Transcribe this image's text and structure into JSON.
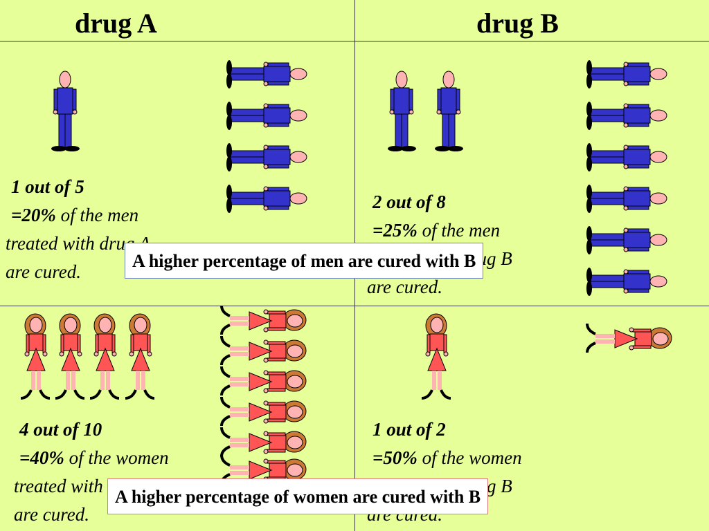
{
  "headers": {
    "drug_a": "drug  A",
    "drug_b": "drug  B"
  },
  "cells": {
    "men_a": {
      "ratio": "1 out of 5",
      "percent": "=20%",
      "rest1": " of the men",
      "line2": "treated with drug A",
      "line3": "are cured."
    },
    "men_b": {
      "ratio": "2 out of 8",
      "percent": "=25%",
      "rest1": " of the men",
      "line2": "treated with drug B",
      "line3": "are cured."
    },
    "women_a": {
      "ratio": "4 out of 10",
      "percent": "=40%",
      "rest1": " of the women",
      "line2": "treated with drug A",
      "line3": "are cured."
    },
    "women_b": {
      "ratio": "1 out of 2",
      "percent": "=50%",
      "rest1": " of the women",
      "line2": "treated with drug B",
      "line3": "are cured."
    }
  },
  "callouts": {
    "men": "A higher percentage of men are cured with  B",
    "women": "A higher percentage of women are cured with  B"
  },
  "colors": {
    "background": "#e6ff99",
    "man_suit": "#3333cc",
    "woman_dress": "#ff5555",
    "skin": "#ffb3b3",
    "hair": "#cc7a33"
  },
  "counts": {
    "men_a": {
      "cured": 1,
      "not_cured": 4
    },
    "men_b": {
      "cured": 2,
      "not_cured": 6
    },
    "women_a": {
      "cured": 4,
      "not_cured": 6
    },
    "women_b": {
      "cured": 1,
      "not_cured": 1
    }
  }
}
